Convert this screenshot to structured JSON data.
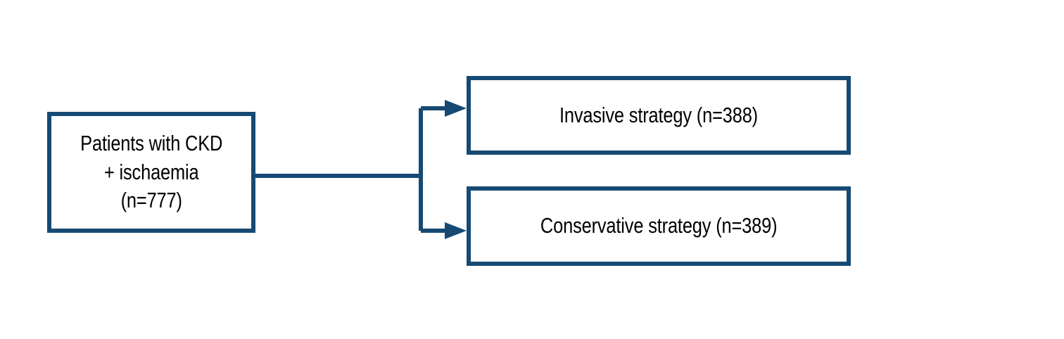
{
  "diagram": {
    "type": "flowchart",
    "orientation": "left-to-right",
    "title": "",
    "background_color": "#ffffff",
    "line_color": "#164a73",
    "text_color": "#000000",
    "nodes": [
      {
        "id": "source",
        "name": "patients-box",
        "lines": [
          "Patients with CKD",
          "+ ischaemia",
          "(n=777)"
        ],
        "text": "Patients with CKD\n+ ischaemia\n(n=777)",
        "n": 777
      },
      {
        "id": "invasive",
        "name": "invasive-strategy-box",
        "lines": [
          "Invasive strategy (n=388)"
        ],
        "text": "Invasive strategy (n=388)",
        "n": 388
      },
      {
        "id": "conservative",
        "name": "conservative-strategy-box",
        "lines": [
          "Conservative strategy (n=389)"
        ],
        "text": "Conservative strategy (n=389)",
        "n": 389
      }
    ],
    "edges": [
      {
        "from": "source",
        "to": "invasive",
        "arrow": true
      },
      {
        "from": "source",
        "to": "conservative",
        "arrow": true
      }
    ]
  }
}
